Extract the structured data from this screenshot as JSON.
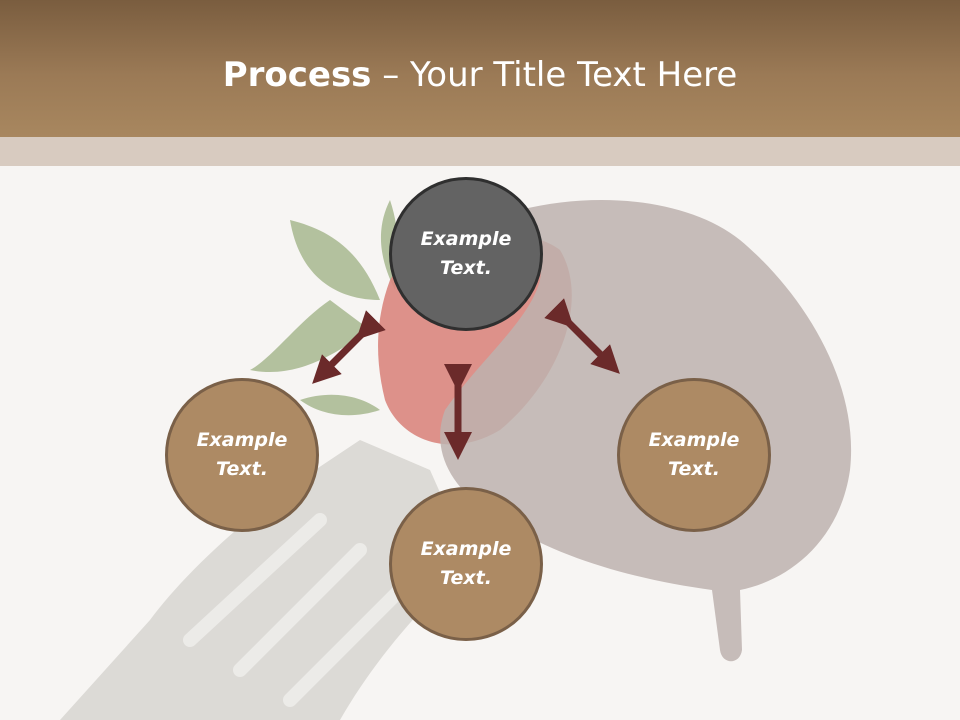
{
  "title": {
    "bold_part": "Process",
    "rest_part": " – Your Title Text Here"
  },
  "diagram": {
    "center": {
      "label": "Example\nText."
    },
    "left": {
      "label": "Example\nText."
    },
    "bottom": {
      "label": "Example\nText."
    },
    "right": {
      "label": "Example\nText."
    }
  },
  "colors": {
    "header": "#9b7a56",
    "header_band": "#d8cbc0",
    "node_fill": "#ad8a64",
    "center_fill": "#636363",
    "arrow": "#6b2a2a"
  }
}
